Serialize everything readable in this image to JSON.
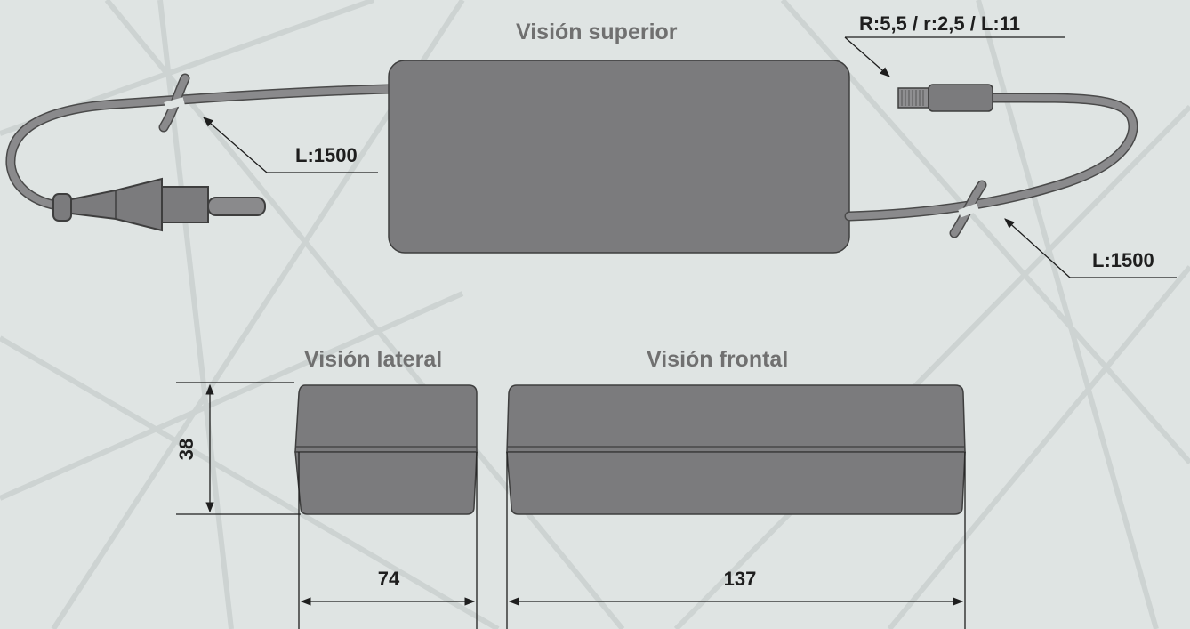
{
  "titles": {
    "top": "Visión superior",
    "side": "Visión lateral",
    "front": "Visión frontal"
  },
  "labels": {
    "connector": "R:5,5 / r:2,5 / L:11",
    "cable_input": "L:1500",
    "cable_output": "L:1500",
    "height": "38",
    "depth": "74",
    "width": "137"
  },
  "colors": {
    "background": "#dfe4e3",
    "body": "#7b7b7d",
    "cable": "#7a7a7c",
    "line": "#1e1e1e",
    "title": "#707070"
  }
}
